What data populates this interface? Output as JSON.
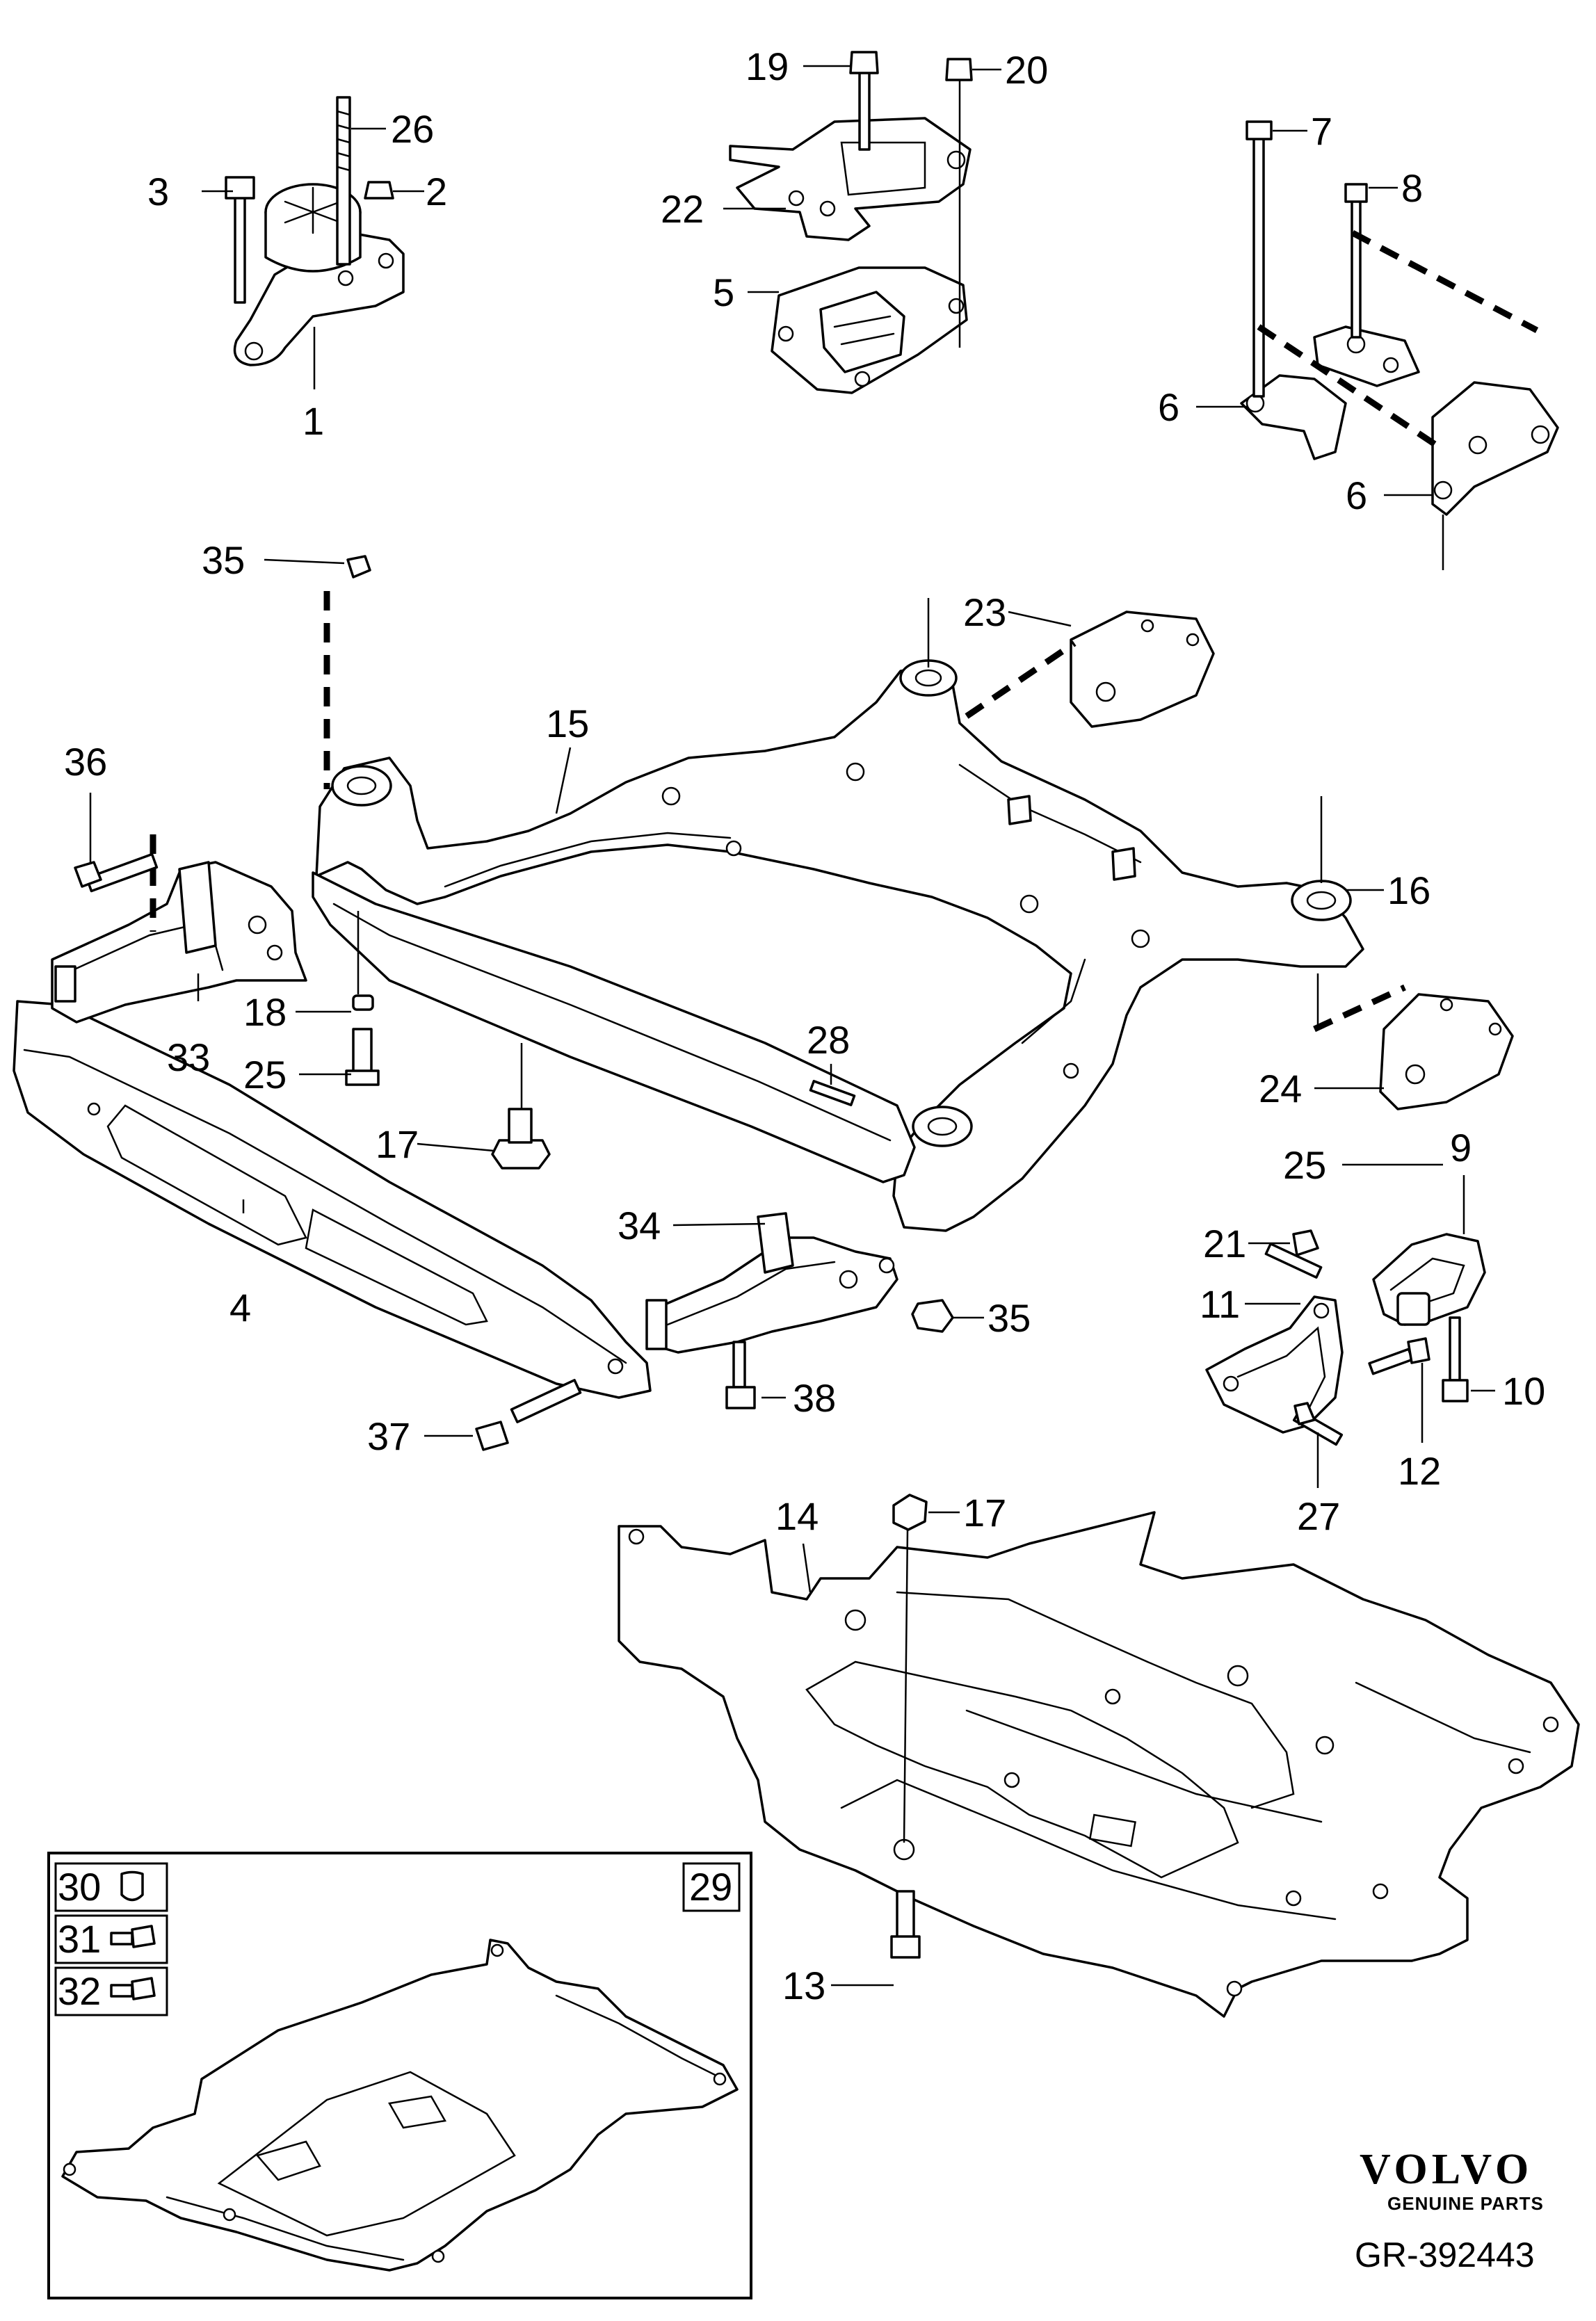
{
  "diagram": {
    "callouts": [
      "26",
      "3",
      "2",
      "1",
      "19",
      "20",
      "22",
      "5",
      "7",
      "8",
      "6",
      "6",
      "35",
      "36",
      "15",
      "23",
      "16",
      "33",
      "18",
      "25",
      "17",
      "28",
      "24",
      "25",
      "9",
      "4",
      "34",
      "35",
      "21",
      "11",
      "10",
      "12",
      "38",
      "37",
      "27",
      "14",
      "17",
      "13",
      "30",
      "31",
      "32",
      "29"
    ]
  },
  "brand": {
    "logo": "VOLVO",
    "tagline": "GENUINE PARTS",
    "reference": "GR-392443"
  }
}
